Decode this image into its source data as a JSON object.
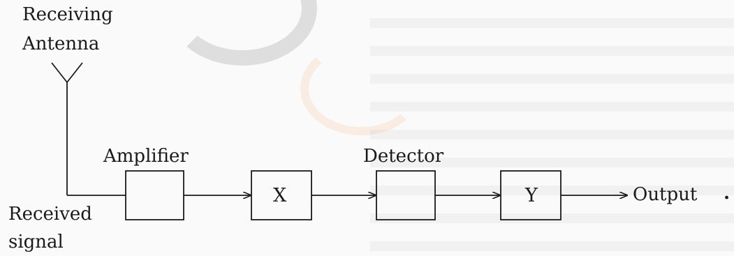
{
  "labels": {
    "antenna": [
      "Receiving",
      "Antenna"
    ],
    "received_signal": [
      "Received",
      "signal"
    ],
    "amplifier": "Amplifier",
    "block_x": "X",
    "detector": "Detector",
    "block_y": "Y",
    "output": "Output",
    "trailing_dot": "."
  }
}
